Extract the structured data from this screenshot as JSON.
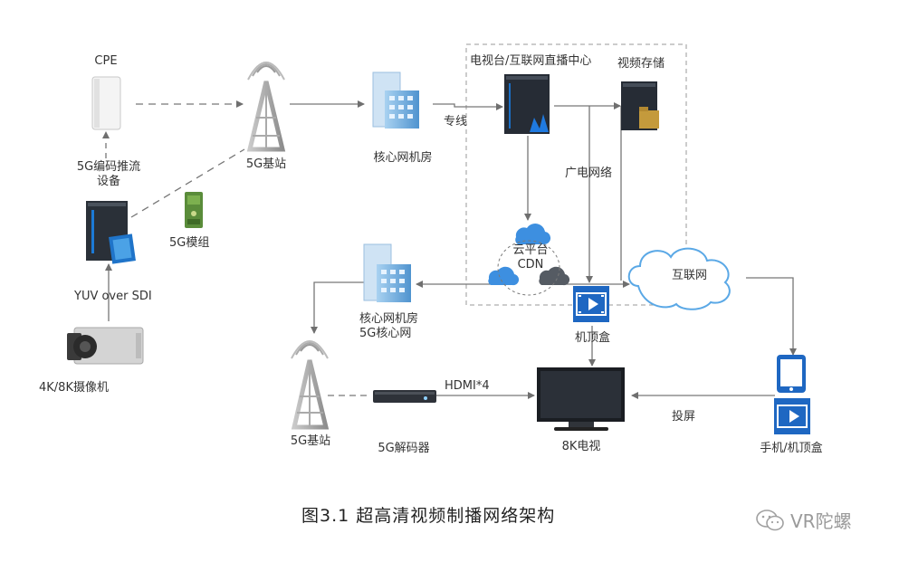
{
  "nodes": {
    "cpe": "CPE",
    "encoder": "5G编码推流\n设备",
    "module": "5G模组",
    "camera": "4K/8K摄像机",
    "base_station_top": "5G基站",
    "core_room_top": "核心网机房",
    "broadcast_center": "电视台/互联网直播中心",
    "video_storage": "视频存储",
    "cloud_cdn": "云平台\nCDN",
    "internet": "互联网",
    "core_room_bottom": "核心网机房\n5G核心网",
    "stb": "机顶盒",
    "base_station_bottom": "5G基站",
    "decoder": "5G解码器",
    "tv": "8K电视",
    "phone_stb": "手机/机顶盒"
  },
  "edges": {
    "yuv": "YUV over SDI",
    "dedicated_line": "专线",
    "broadcast_network": "广电网络",
    "hdmi": "HDMI*4",
    "cast": "投屏"
  },
  "caption": "图3.1  超高清视频制播网络架构",
  "watermark": "VR陀螺",
  "colors": {
    "line": "#7a7a7a",
    "blue": "#1e6fd0",
    "dark": "#2c3440",
    "cloud": "#5aa8e6"
  }
}
